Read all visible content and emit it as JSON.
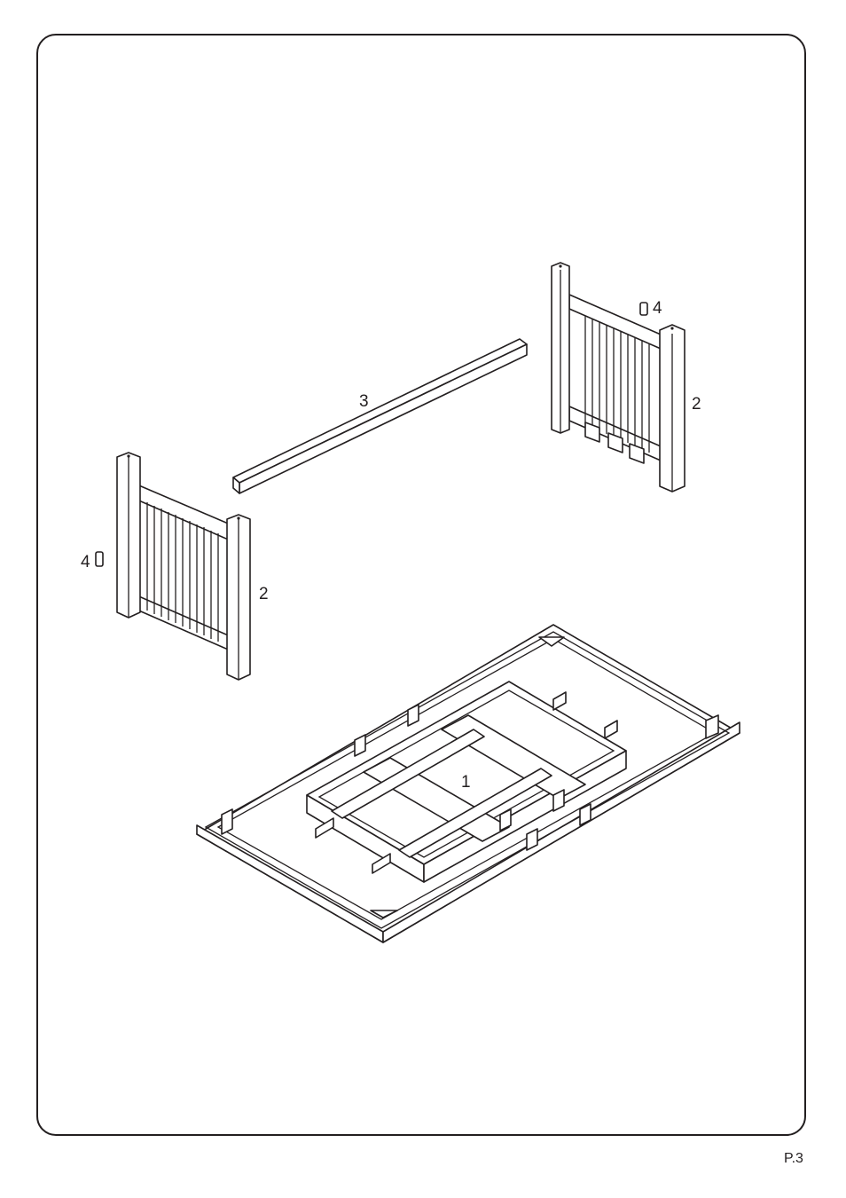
{
  "labels": {
    "part1": "1",
    "part2_right": "2",
    "part2_left": "2",
    "part3": "3",
    "part4_right": "4",
    "part4_left": "4"
  },
  "page_number": "P.3"
}
